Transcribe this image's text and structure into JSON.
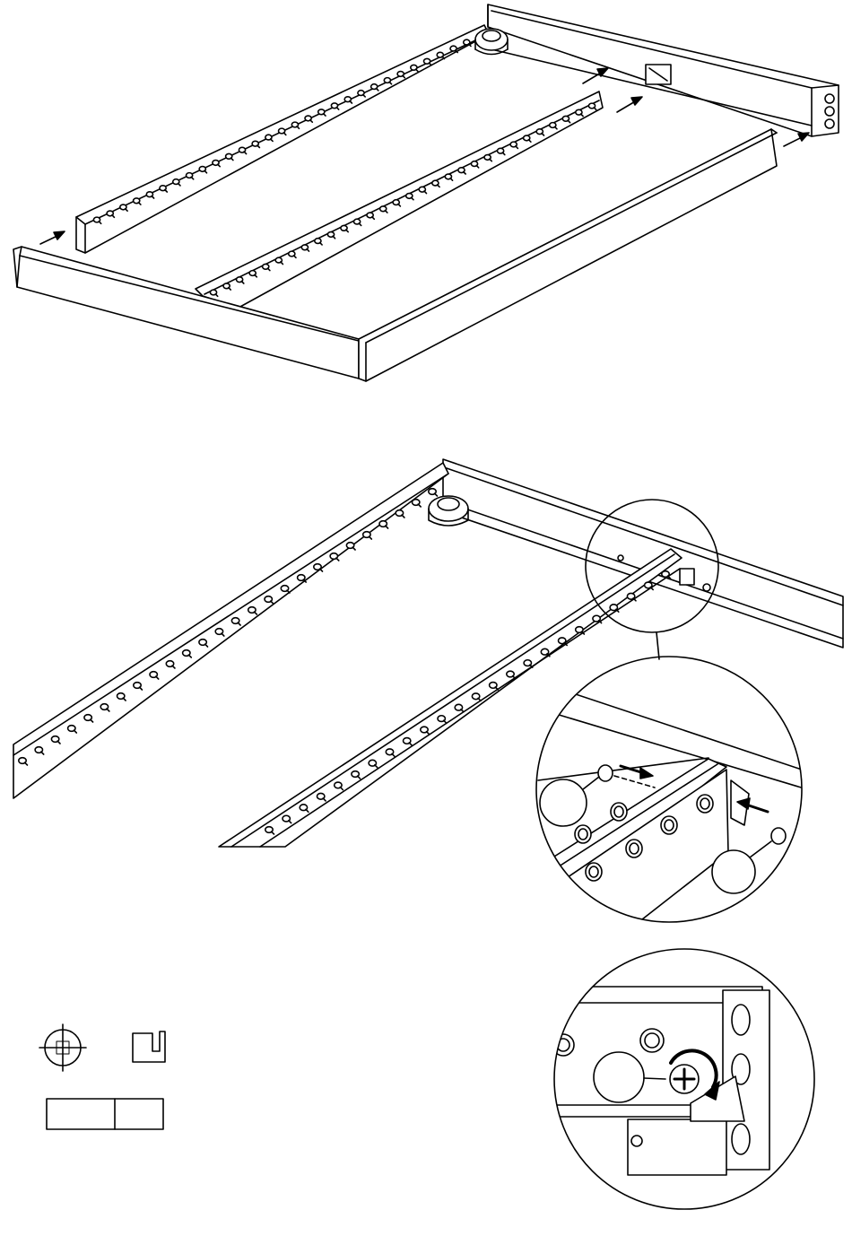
{
  "title": "",
  "steps": [
    {
      "id": "step-frame-exploded"
    },
    {
      "id": "step-rail-detail"
    },
    {
      "id": "step-screw-detail"
    }
  ],
  "legend": {
    "icons": [
      "phillips-screwdriver-icon",
      "allen-key-icon"
    ],
    "box_labels": [
      "",
      ""
    ]
  },
  "callouts": [
    "",
    "",
    ""
  ],
  "colors": {
    "line": "#000000",
    "fill": "#ffffff",
    "shade": "#dddddd"
  }
}
